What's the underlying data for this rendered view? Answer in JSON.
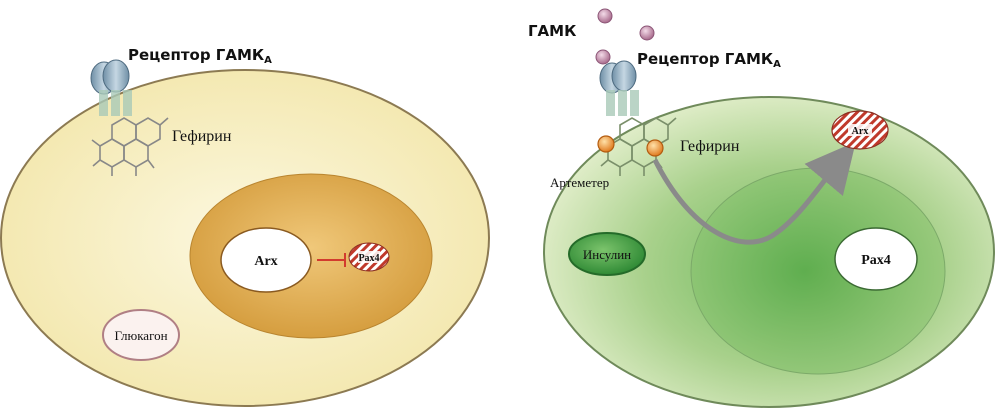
{
  "left_cell": {
    "receptor_label": "Рецептор ГАМК",
    "receptor_subscript": "A",
    "gephyrin_label": "Гефирин",
    "arx_label": "Arx",
    "pax4_label": "Pax4",
    "glucagon_label": "Глюкагон"
  },
  "right_cell": {
    "gaba_label": "ГАМК",
    "receptor_label": "Рецептор ГАМК",
    "receptor_subscript": "A",
    "gephyrin_label": "Гефирин",
    "artemether_label": "Артеметер",
    "insulin_label": "Инсулин",
    "arx_label": "Arx",
    "pax4_label": "Pax4"
  },
  "colors": {
    "left_cytoplasm": "#f8f0c4",
    "left_nucleus": "#dca545",
    "right_cytoplasm": "#a7cf86",
    "right_nucleus": "#7fbf68",
    "gaba_molecule": "#c08aa6",
    "artemether_molecule": "#f0a040",
    "insulin_granule": "#4ea24a",
    "inhibition": "#d23b2e",
    "arrow": "#8a8a8a",
    "hatch": "#c0392b"
  }
}
